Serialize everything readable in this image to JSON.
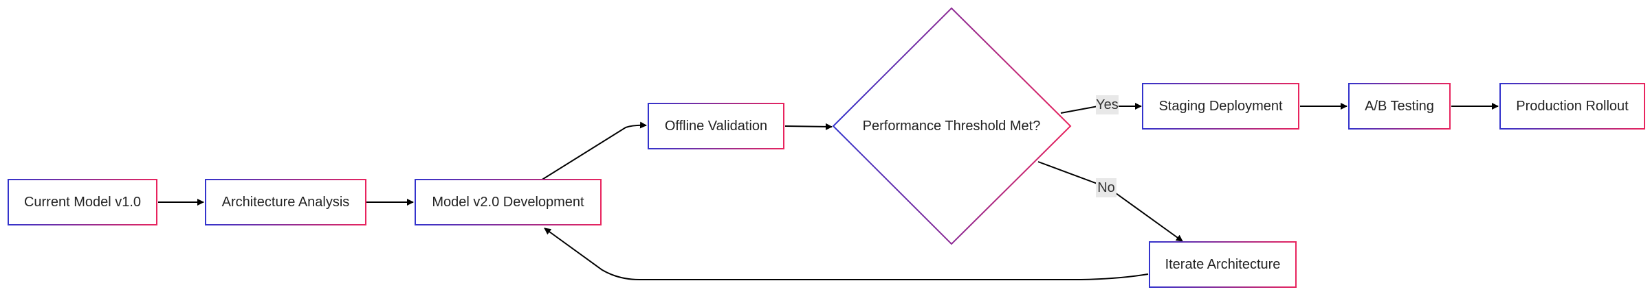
{
  "diagram": {
    "nodes": {
      "current_model": "Current Model v1.0",
      "architecture_analysis": "Architecture Analysis",
      "model_v2": "Model v2.0 Development",
      "offline_validation": "Offline Validation",
      "threshold_decision": "Performance Threshold Met?",
      "staging_deployment": "Staging Deployment",
      "ab_testing": "A/B Testing",
      "production_rollout": "Production Rollout",
      "iterate_architecture": "Iterate Architecture"
    },
    "edge_labels": {
      "yes": "Yes",
      "no": "No"
    },
    "colors": {
      "gradient_start": "#3333cc",
      "gradient_end": "#e8245e",
      "edge": "#000000",
      "edge_label_bg": "#e8e8e8"
    }
  }
}
